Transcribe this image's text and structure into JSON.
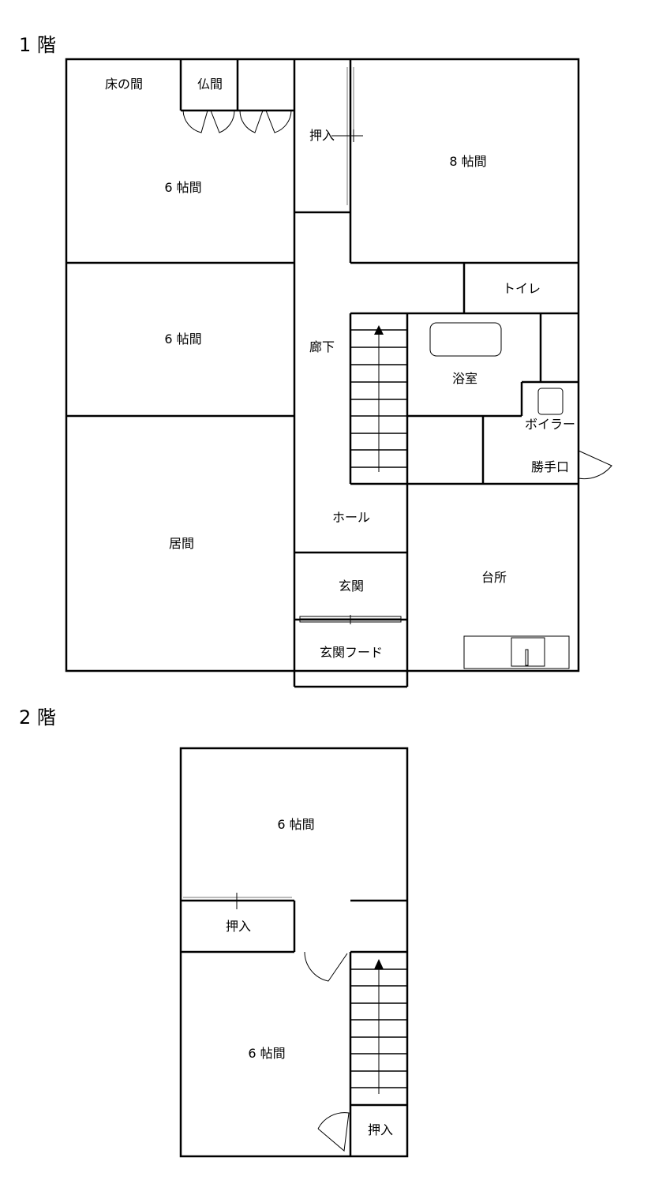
{
  "floors": {
    "first": "1 階",
    "second": "2 階"
  },
  "first_floor_rooms": {
    "tokonoma": "床の間",
    "butsuma": "仏間",
    "room6_top": "6 帖間",
    "oshiire_top": "押入",
    "room8": "8 帖間",
    "room6_middle": "6 帖間",
    "rouka": "廊下",
    "toilet": "トイレ",
    "bath": "浴室",
    "boiler": "ボイラー",
    "back_door": "勝手口",
    "living": "居間",
    "hall": "ホール",
    "entrance": "玄関",
    "kitchen": "台所",
    "entrance_hood": "玄関フード"
  },
  "second_floor_rooms": {
    "room6_upper": "6 帖間",
    "oshiire_left": "押入",
    "room6_lower": "6 帖間",
    "oshiire_small": "押入"
  }
}
